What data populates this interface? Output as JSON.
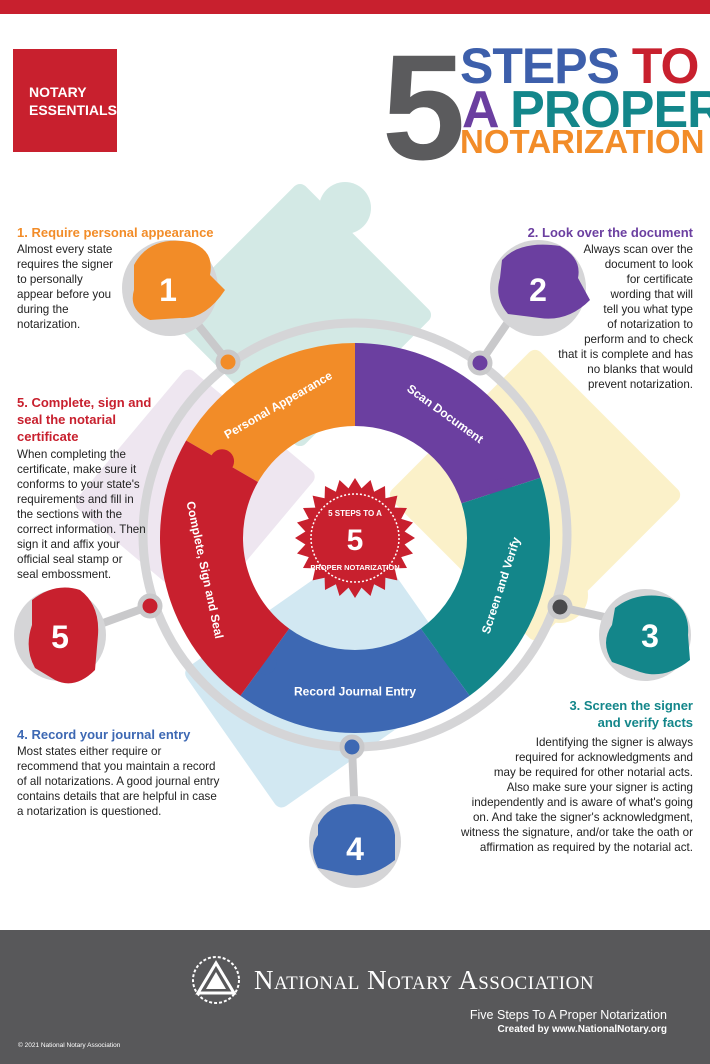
{
  "brand": {
    "logo_line1": "NOTARY",
    "logo_line2": "ESSENTIALS"
  },
  "title": {
    "number": "5",
    "line1_a": "STEPS",
    "line1_b": "TO",
    "line2_a": "A",
    "line2_b": "PROPER",
    "line3": "NOTARIZATION"
  },
  "colors": {
    "red": "#c8202e",
    "orange": "#f28c28",
    "purple": "#6b3fa0",
    "teal": "#13868a",
    "blue": "#3d68b3",
    "gray": "#58585a"
  },
  "steps": [
    {
      "heading": "1. Require personal appearance",
      "body": [
        "Almost every state",
        "requires the signer",
        "to personally",
        "appear before you",
        "during the",
        "notarization."
      ]
    },
    {
      "heading": "2. Look over the document",
      "body": [
        "Always scan over the",
        "document to look",
        "for certificate",
        "wording that will",
        "tell you what type",
        "of notarization to",
        "perform and to check",
        "that it is complete and has",
        "no blanks that would",
        "prevent notarization."
      ]
    },
    {
      "heading_l1": "3. Screen the signer",
      "heading_l2": "and verify facts",
      "body": [
        "Identifying the signer is always",
        "required for acknowledgments and",
        "may be required for other notarial acts.",
        "Also make sure your signer is acting",
        "independently and is aware of what's going",
        "on. And take the signer's acknowledgment,",
        "witness the signature, and/or take the oath or",
        "affirmation as required by the notarial act."
      ]
    },
    {
      "heading": "4. Record your journal entry",
      "body": [
        "Most states either require or",
        "recommend that you maintain a record",
        "of all notarizations. A good journal entry",
        "contains details that are helpful in case",
        "a notarization is questioned."
      ]
    },
    {
      "heading_l1": "5. Complete, sign and",
      "heading_l2": "seal the notarial",
      "heading_l3": "certificate",
      "body": [
        "When completing the",
        "certificate, make sure it",
        "conforms to your state's",
        "requirements and fill in",
        "the sections with the",
        "correct information. Then",
        "sign it and affix your",
        "official seal stamp or",
        "seal embossment."
      ]
    }
  ],
  "wheel": {
    "segments": [
      "Personal Appearance",
      "Scan Document",
      "Screen and Verify",
      "Record Journal Entry",
      "Complete, Sign and Seal"
    ],
    "seal_top": "5 STEPS TO A",
    "seal_bottom": "PROPER NOTARIZATION",
    "seal_number": "5",
    "numbers": [
      "1",
      "2",
      "3",
      "4",
      "5"
    ]
  },
  "footer": {
    "org": "National Notary Association",
    "tagline": "Five Steps To A Proper Notarization",
    "credit": "Created by www.NationalNotary.org",
    "copyright": "© 2021 National Notary Association"
  }
}
